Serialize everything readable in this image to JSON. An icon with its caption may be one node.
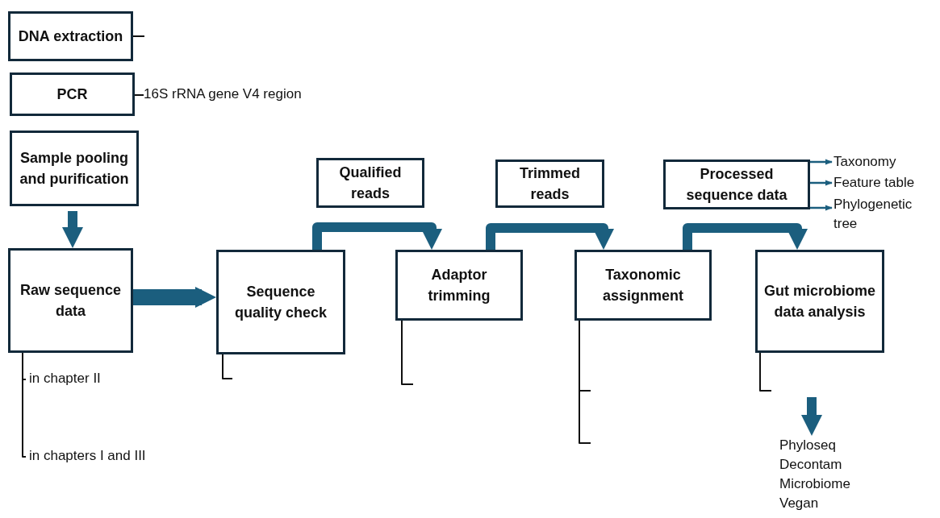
{
  "diagram": {
    "nodes": [
      {
        "text": [
          "DNA extraction"
        ]
      },
      {
        "text": [
          "PCR"
        ]
      },
      {
        "text": [
          "16S rRNA gene V4 region"
        ]
      },
      {
        "text": [
          "Sample pooling and purification"
        ]
      },
      {
        "text": [
          "Raw sequence data"
        ]
      },
      {
        "text": [
          "in chapter II"
        ]
      },
      {
        "text": [
          "in chapters I and III"
        ]
      },
      {
        "text": [
          "Sequence quality check"
        ]
      },
      {
        "text": [
          "Qualified reads"
        ]
      },
      {
        "text": [
          "Adaptor trimming"
        ]
      },
      {
        "text": [
          "Trimmed reads"
        ]
      },
      {
        "text": [
          "Taxonomic assignment"
        ]
      },
      {
        "text": [
          "Processed sequence data"
        ]
      },
      {
        "text": [
          "Taxonomy"
        ]
      },
      {
        "text": [
          "Feature table"
        ]
      },
      {
        "text": [
          "Phylogenetic tree"
        ]
      },
      {
        "text": [
          "Gut microbiome data analysis"
        ]
      },
      {
        "text": [
          "Phyloseq",
          "Decontam",
          "Microbiome",
          "Vegan"
        ]
      }
    ],
    "edges": [
      {
        "from": 0,
        "to": null,
        "arrow": "none"
      },
      {
        "from": 1,
        "to": 2,
        "arrow": "none"
      },
      {
        "from": 3,
        "to": 4,
        "arrow": "to",
        "style": "thick",
        "color": "#1b5e7e"
      },
      {
        "from": 4,
        "to": 5,
        "arrow": "none"
      },
      {
        "from": 4,
        "to": 6,
        "arrow": "none"
      },
      {
        "from": 4,
        "to": 7,
        "arrow": "to",
        "style": "thick",
        "color": "#1b5e7e"
      },
      {
        "from": 7,
        "to": null,
        "arrow": "none"
      },
      {
        "from": 7,
        "to": 9,
        "arrow": "to",
        "style": "thick",
        "color": "#1b5e7e"
      },
      {
        "from": 9,
        "to": null,
        "arrow": "none"
      },
      {
        "from": 9,
        "to": 11,
        "arrow": "to",
        "style": "thick",
        "color": "#1b5e7e"
      },
      {
        "from": 11,
        "to": null,
        "arrow": "none"
      },
      {
        "from": 11,
        "to": null,
        "arrow": "none"
      },
      {
        "from": 11,
        "to": 16,
        "arrow": "to",
        "style": "thick",
        "color": "#1b5e7e"
      },
      {
        "from": 12,
        "to": 13,
        "arrow": "to",
        "color": "#1b5e7e"
      },
      {
        "from": 12,
        "to": 14,
        "arrow": "to",
        "color": "#1b5e7e"
      },
      {
        "from": 12,
        "to": 15,
        "arrow": "to",
        "color": "#1b5e7e"
      },
      {
        "from": 16,
        "to": null,
        "arrow": "none"
      },
      {
        "from": null,
        "to": 17,
        "arrow": "to",
        "style": "thick",
        "color": "#1b5e7e"
      }
    ]
  }
}
